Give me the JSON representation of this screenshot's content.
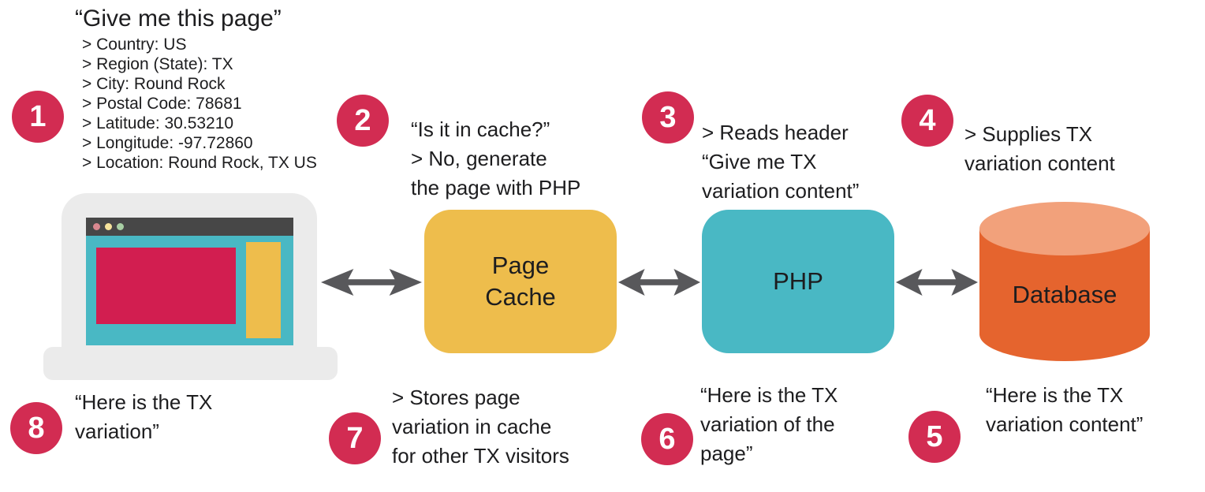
{
  "diagram": {
    "step1": {
      "number": "1",
      "title": "“Give me this page”",
      "details": [
        "> Country: US",
        "> Region (State): TX",
        "> City: Round Rock",
        "> Postal Code: 78681",
        "> Latitude: 30.53210",
        "> Longitude: -97.72860",
        "> Location: Round Rock, TX US"
      ]
    },
    "step2": {
      "number": "2",
      "text": [
        "“Is it in cache?”",
        "> No, generate",
        "the page with PHP"
      ]
    },
    "step3": {
      "number": "3",
      "text": [
        "> Reads header",
        "“Give me TX",
        "variation content”"
      ]
    },
    "step4": {
      "number": "4",
      "text": [
        "> Supplies TX",
        "variation content"
      ]
    },
    "step5": {
      "number": "5",
      "text": [
        "“Here is the TX",
        "variation content”"
      ]
    },
    "step6": {
      "number": "6",
      "text": [
        "“Here is the TX",
        "variation of the",
        "page”"
      ]
    },
    "step7": {
      "number": "7",
      "text": [
        "> Stores page",
        "variation in cache",
        "for other TX visitors"
      ]
    },
    "step8": {
      "number": "8",
      "text": [
        "“Here is the TX",
        "variation”"
      ]
    },
    "nodes": {
      "page_cache": {
        "label": [
          "Page",
          "Cache"
        ]
      },
      "php": {
        "label": "PHP"
      },
      "database": {
        "label": "Database"
      }
    },
    "colors": {
      "step_badge": "#d22c52",
      "page_cache_box": "#eebd4c",
      "php_box": "#49b8c4",
      "database_body": "#e5642e",
      "database_top": "#f2a17b",
      "arrow": "#58585b",
      "laptop_shell": "#ebebeb",
      "browser_titlebar": "#474747",
      "browser_screen": "#49b8c4",
      "screen_content_block": "#d21e50",
      "screen_sidebar_block": "#eebd4c"
    }
  }
}
